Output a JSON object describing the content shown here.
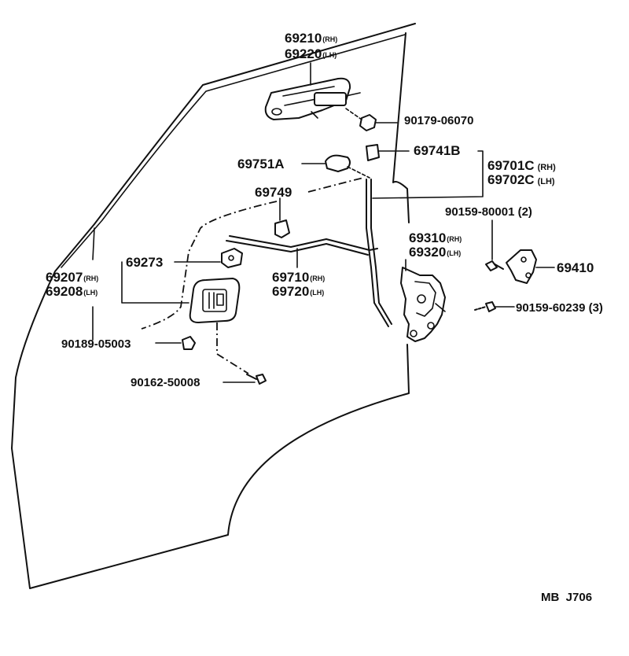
{
  "parts": {
    "outside_handle": {
      "rh": "69210",
      "lh": "69220",
      "rh_tag": "(RH)",
      "lh_tag": "(LH)"
    },
    "nut_handle": "90179-06070",
    "lock_cylinder_cap": "69741B",
    "lock_cylinder_rh": "69701C",
    "lock_cylinder_lh": "69702C",
    "rh_tag": "(RH)",
    "lh_tag": "(LH)",
    "knob": "69751A",
    "rod_link": "69749",
    "clip": "69273",
    "remote_rod": {
      "rh": "69710",
      "lh": "69720",
      "rh_tag": "(RH)",
      "lh_tag": "(LH)"
    },
    "lock_assy": {
      "rh": "69310",
      "lh": "69320",
      "rh_tag": "(RH)",
      "lh_tag": "(LH)"
    },
    "screw_striker": "90159-80001",
    "screw_striker_qty": "(2)",
    "striker": "69410",
    "inside_handle": {
      "rh": "69207",
      "lh": "69208",
      "rh_tag": "(RH)",
      "lh_tag": "(LH)"
    },
    "screw_lock": "90159-60239",
    "screw_lock_qty": "(3)",
    "clip_bezel": "90189-05003",
    "screw_bezel": "90162-50008"
  },
  "footer_code": "MB  J706"
}
